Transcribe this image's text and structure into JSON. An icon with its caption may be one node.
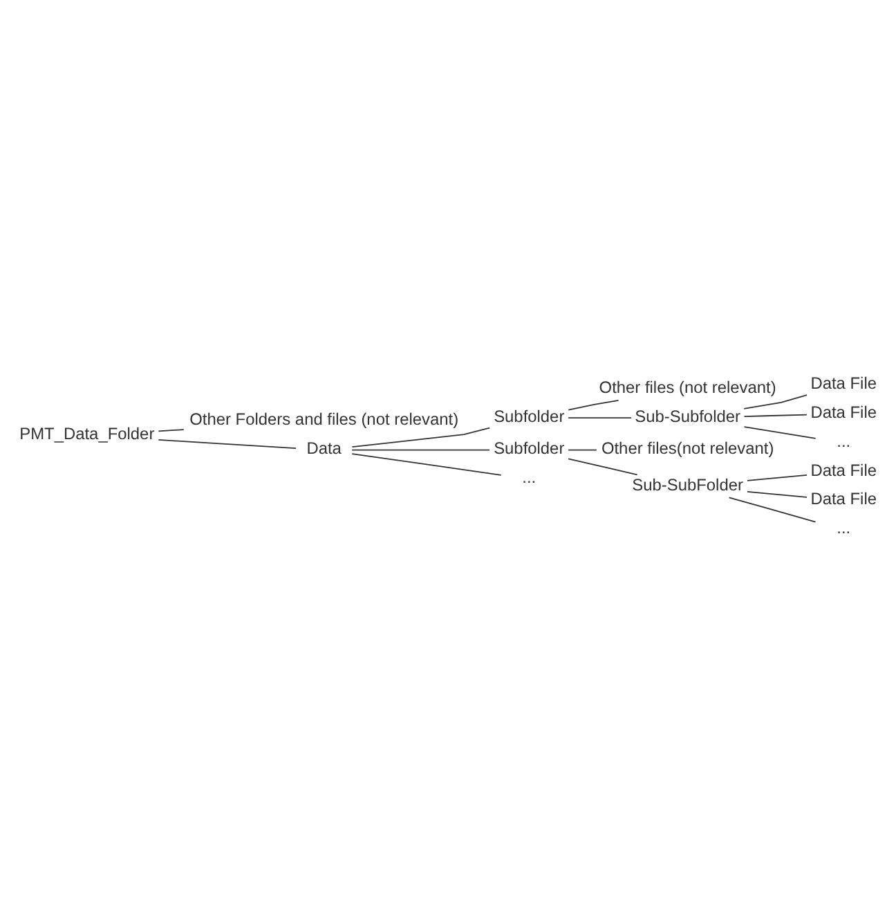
{
  "diagram": {
    "nodes": [
      {
        "text": [
          "PMT_Data_Folder"
        ]
      },
      {
        "text": [
          "Other Folders and files (not relevant)"
        ]
      },
      {
        "text": [
          "Data"
        ]
      },
      {
        "text": [
          "Subfolder"
        ]
      },
      {
        "text": [
          "Other files (not relevant)"
        ]
      },
      {
        "text": [
          "Sub-Subfolder"
        ]
      },
      {
        "text": [
          "Data File"
        ]
      },
      {
        "text": [
          "Data File"
        ]
      },
      {
        "text": [
          "..."
        ]
      },
      {
        "text": [
          "Subfolder"
        ]
      },
      {
        "text": [
          "Other files(not relevant)"
        ]
      },
      {
        "text": [
          "Sub-SubFolder"
        ]
      },
      {
        "text": [
          "Data File"
        ]
      },
      {
        "text": [
          "Data File"
        ]
      },
      {
        "text": [
          "..."
        ]
      },
      {
        "text": [
          "..."
        ]
      }
    ],
    "edges": [
      {
        "from": 0,
        "to": 1,
        "arrow": "none"
      },
      {
        "from": 0,
        "to": 2,
        "arrow": "none"
      },
      {
        "from": 2,
        "to": 3,
        "arrow": "none"
      },
      {
        "from": 3,
        "to": 4,
        "arrow": "none"
      },
      {
        "from": 3,
        "to": 5,
        "arrow": "none"
      },
      {
        "from": 5,
        "to": 6,
        "arrow": "none"
      },
      {
        "from": 5,
        "to": 7,
        "arrow": "none"
      },
      {
        "from": 5,
        "to": 8,
        "arrow": "none"
      },
      {
        "from": 2,
        "to": 9,
        "arrow": "none"
      },
      {
        "from": 9,
        "to": 10,
        "arrow": "none"
      },
      {
        "from": 9,
        "to": 11,
        "arrow": "none"
      },
      {
        "from": 11,
        "to": 12,
        "arrow": "none"
      },
      {
        "from": 11,
        "to": 13,
        "arrow": "none"
      },
      {
        "from": 11,
        "to": 14,
        "arrow": "none"
      },
      {
        "from": 2,
        "to": 15,
        "arrow": "none"
      }
    ]
  }
}
